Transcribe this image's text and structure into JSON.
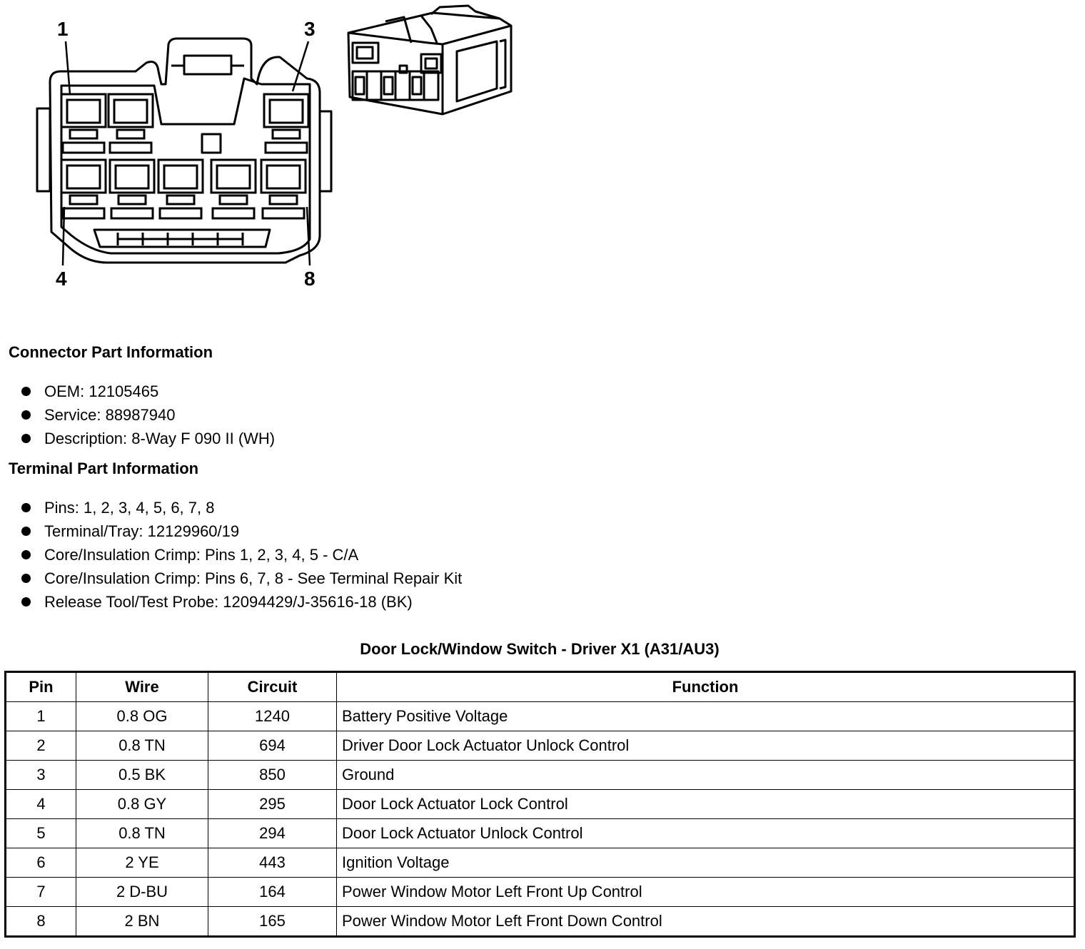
{
  "diagram": {
    "callouts": [
      "1",
      "3",
      "4",
      "8"
    ]
  },
  "connector_info": {
    "title": "Connector Part Information",
    "items": [
      "OEM: 12105465",
      "Service: 88987940",
      "Description: 8-Way F 090 II (WH)"
    ]
  },
  "terminal_info": {
    "title": "Terminal Part Information",
    "items": [
      "Pins: 1, 2, 3, 4, 5, 6, 7, 8",
      "Terminal/Tray: 12129960/19",
      "Core/Insulation Crimp: Pins 1, 2, 3, 4, 5 - C/A",
      "Core/Insulation Crimp: Pins 6, 7, 8 - See Terminal Repair Kit",
      "Release Tool/Test Probe: 12094429/J-35616-18 (BK)"
    ]
  },
  "table": {
    "title": "Door Lock/Window Switch - Driver X1 (A31/AU3)",
    "headers": [
      "Pin",
      "Wire",
      "Circuit",
      "Function"
    ],
    "rows": [
      [
        "1",
        "0.8 OG",
        "1240",
        "Battery Positive Voltage"
      ],
      [
        "2",
        "0.8 TN",
        "694",
        "Driver Door Lock Actuator Unlock Control"
      ],
      [
        "3",
        "0.5 BK",
        "850",
        "Ground"
      ],
      [
        "4",
        "0.8 GY",
        "295",
        "Door Lock Actuator Lock Control"
      ],
      [
        "5",
        "0.8 TN",
        "294",
        "Door Lock Actuator Unlock Control"
      ],
      [
        "6",
        "2 YE",
        "443",
        "Ignition Voltage"
      ],
      [
        "7",
        "2 D-BU",
        "164",
        "Power Window Motor Left Front Up Control"
      ],
      [
        "8",
        "2 BN",
        "165",
        "Power Window Motor Left Front Down Control"
      ]
    ]
  }
}
